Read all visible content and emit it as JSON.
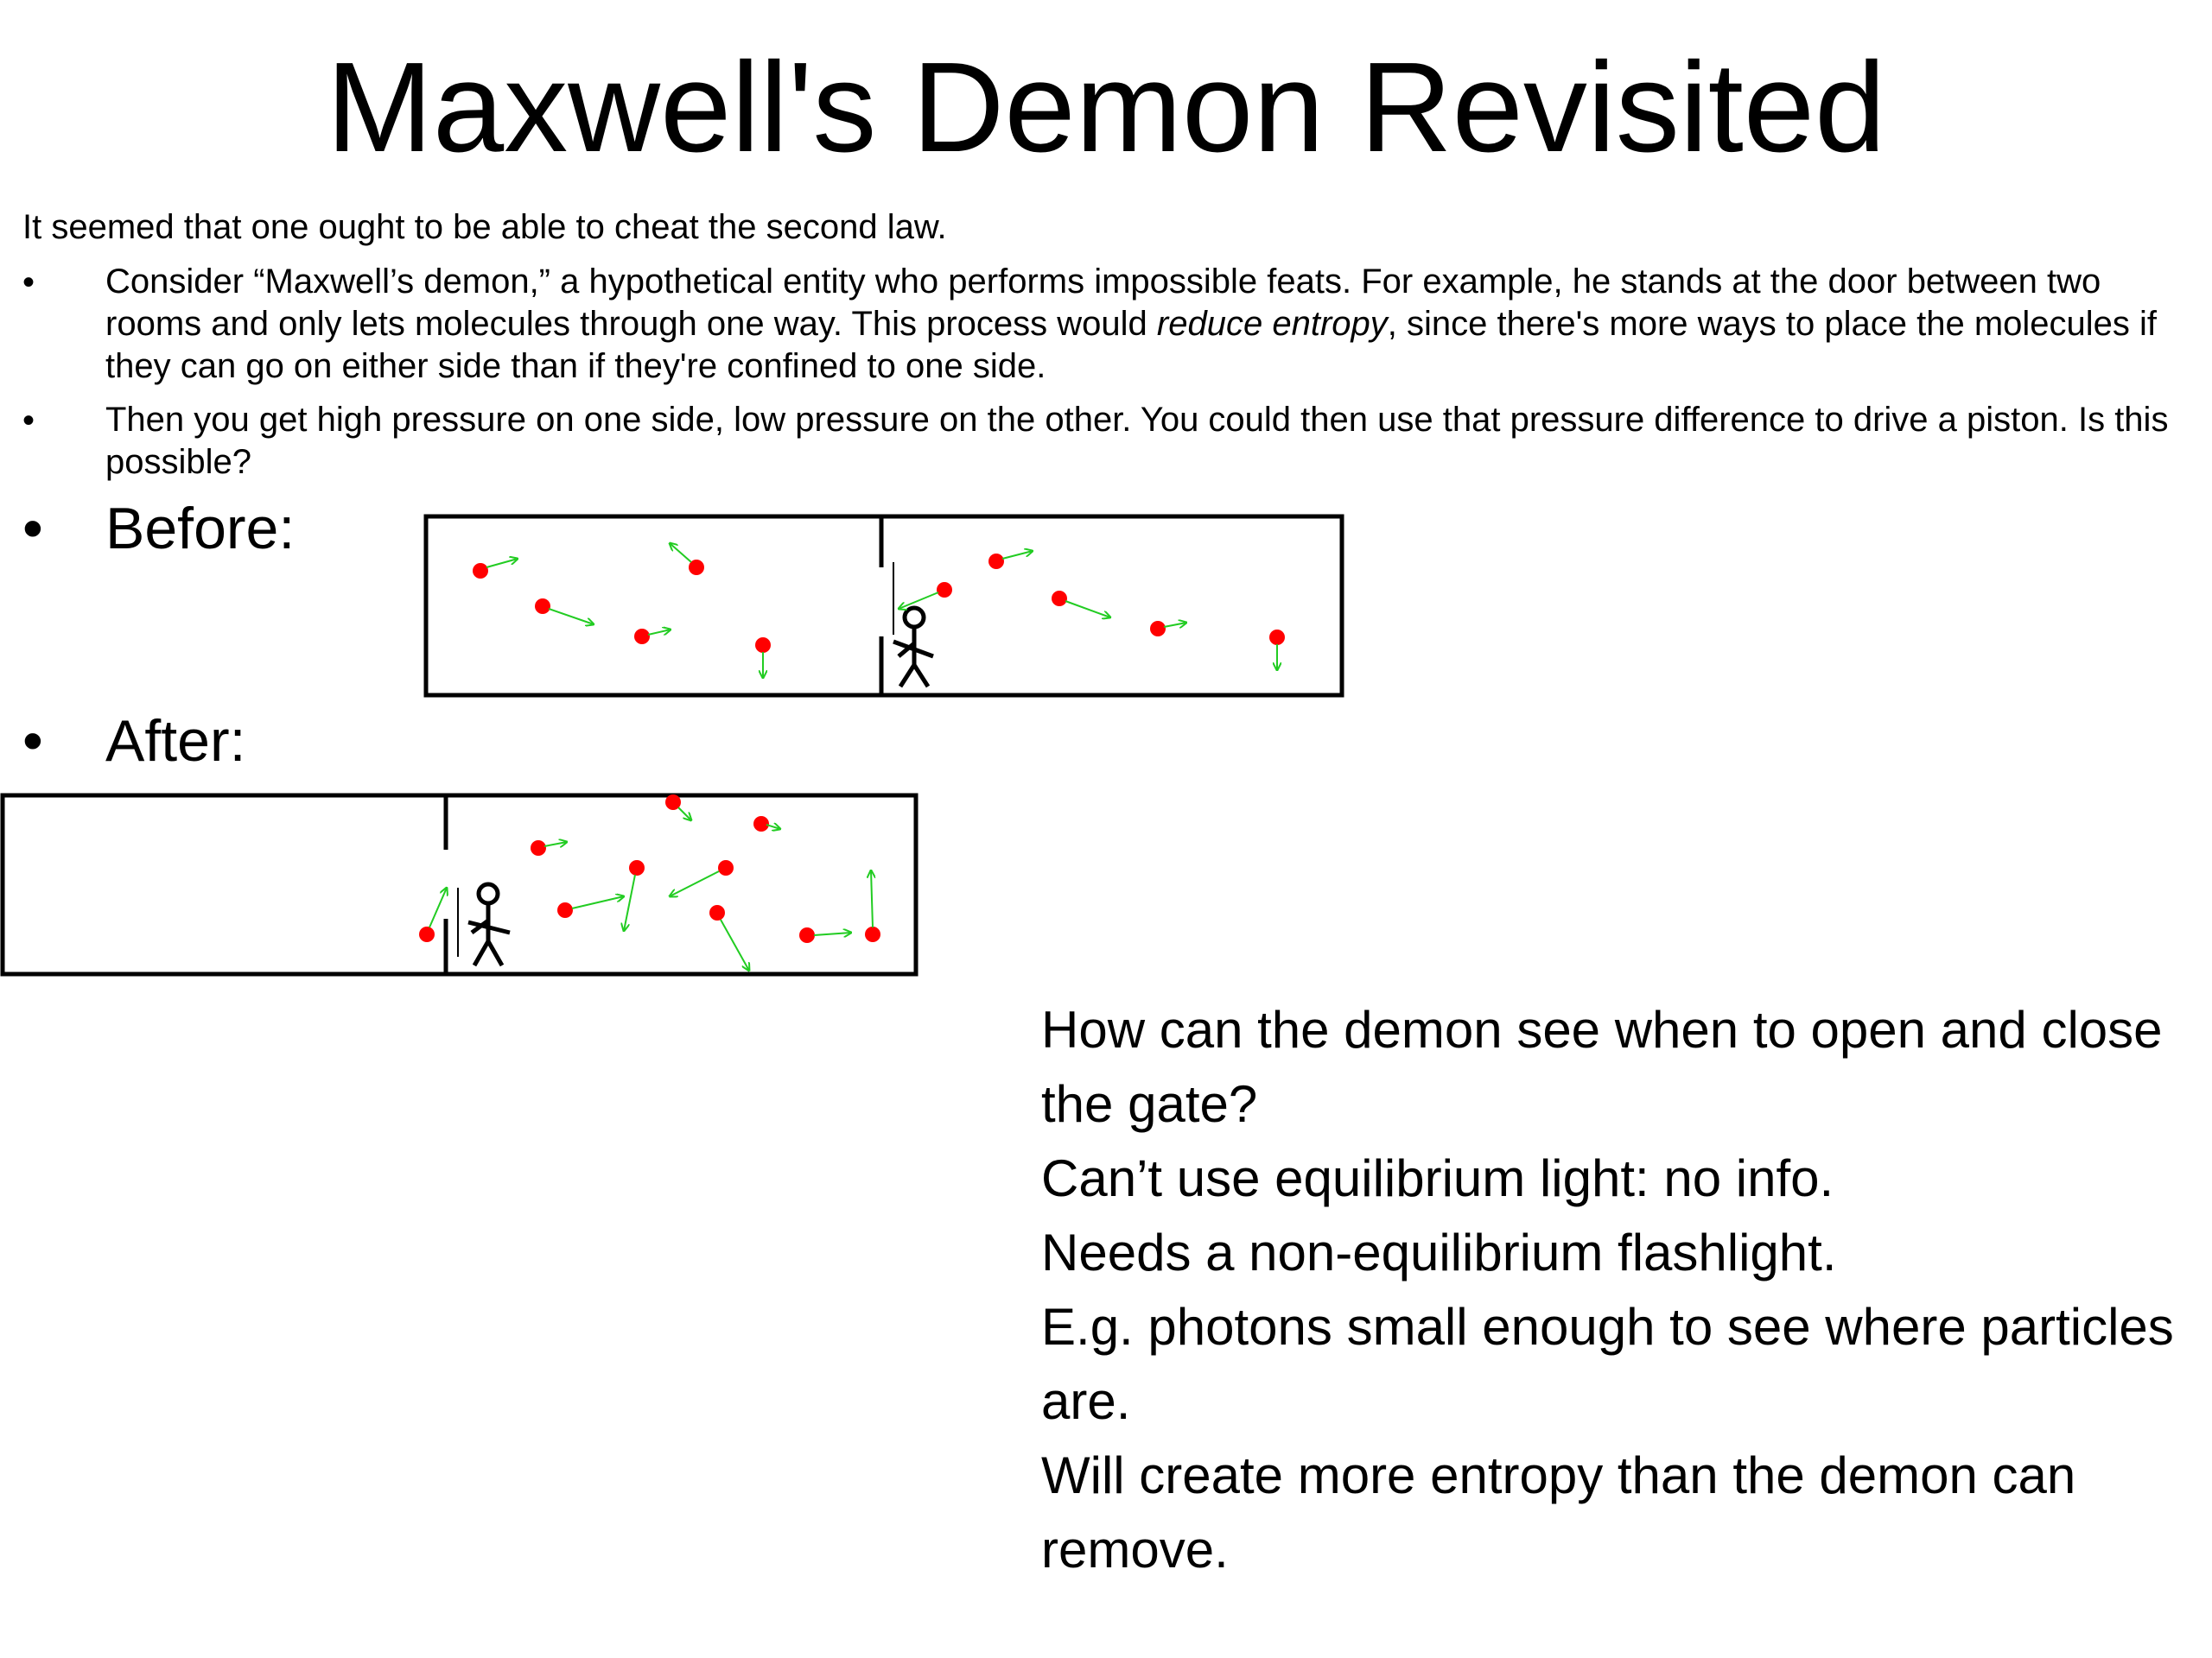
{
  "slide": {
    "title": "Maxwell's Demon Revisited",
    "intro": "It seemed that one ought to be able to cheat the second law.",
    "bullets": [
      {
        "text_before": "Consider “Maxwell’s demon,” a hypothetical entity who performs impossible feats.  For example, he stands at the door between two rooms and only lets molecules through one way. This process would ",
        "emphasis": "reduce entropy",
        "text_after": ", since there's more ways to place the molecules if they can go on either side than if they're confined to one side."
      },
      {
        "text": "Then you get high pressure on one side, low pressure on the other. You could then use that pressure difference to drive a piston. Is this possible?"
      }
    ],
    "before_label": "Before:",
    "after_label": "After:",
    "answer_lines": [
      "How can  the demon see when to open and close the gate?",
      "Can’t use equilibrium light: no info.",
      "Needs a non-equilibrium flashlight.",
      "E.g.  photons small enough to see where particles are.",
      "Will create more entropy than the demon can remove."
    ]
  },
  "colors": {
    "molecule": "#ff0000",
    "velocity_arrow": "#22cc22",
    "box_outline": "#000000"
  },
  "icons": {
    "demon": "stick-figure-icon",
    "bullet": "bullet-dot"
  }
}
